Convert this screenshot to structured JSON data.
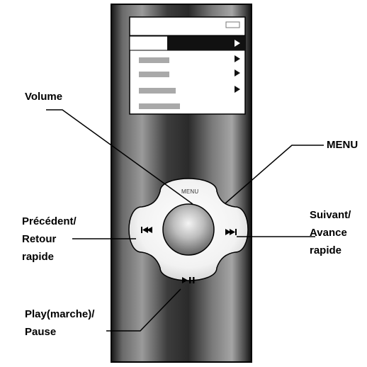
{
  "wheel": {
    "menu_label": "MENU"
  },
  "callouts": {
    "volume": "Volume",
    "menu": "MENU",
    "previous": [
      "Précédent/",
      "Retour",
      "rapide"
    ],
    "next": [
      "Suivant/",
      "Avance",
      "rapide"
    ],
    "play_pause": [
      "Play(marche)/",
      "Pause"
    ]
  },
  "icons": {
    "previous": "skip-back-icon",
    "next": "skip-forward-icon",
    "play_pause": "play-pause-icon",
    "battery": "battery-icon",
    "menu_arrow": "submenu-arrow-icon"
  },
  "colors": {
    "screen_highlight": "#111111",
    "menu_item_bar": "#a9a9a9",
    "lines": "#000000"
  }
}
